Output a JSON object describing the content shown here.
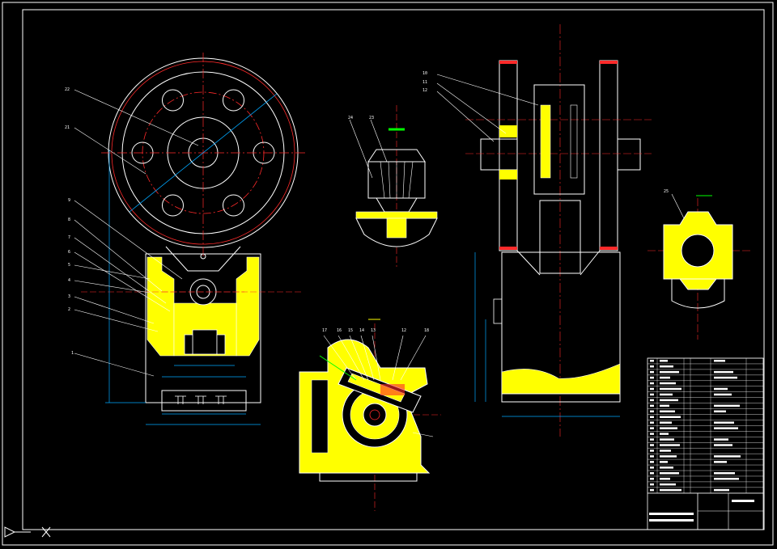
{
  "drawing": {
    "background": "#000000",
    "colors": {
      "outline": "#ffffff",
      "center_line": "#ff2a2a",
      "hatch": "#ffff00",
      "dimension": "#00a8ff",
      "leader": "#ffffff",
      "note": "#00ff00"
    },
    "callouts": {
      "front_view": [
        "22",
        "21",
        "9",
        "8",
        "7",
        "6",
        "5",
        "4",
        "3",
        "2",
        "1"
      ],
      "top_detail": [
        "24",
        "23"
      ],
      "bottom_section": [
        "17",
        "16",
        "15",
        "14",
        "13",
        "12",
        "18"
      ],
      "side_view": [
        "10",
        "11",
        "12"
      ],
      "right_detail": [
        "25"
      ]
    },
    "icons": [
      "ucs-arrow-icon",
      "ucs-cross-icon"
    ]
  }
}
